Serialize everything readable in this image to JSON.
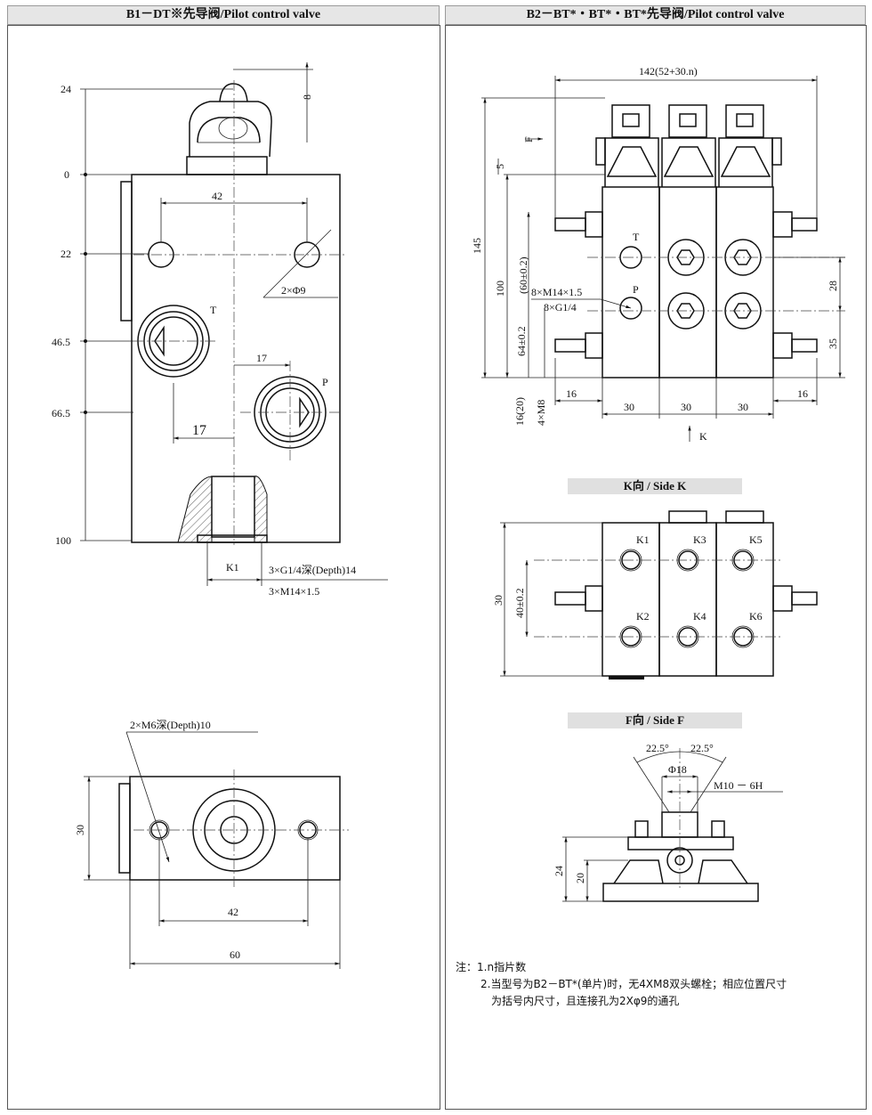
{
  "left_panel": {
    "title": "B1－DT※先导阀/Pilot control valve",
    "front_view": {
      "dims_left": [
        "24",
        "0",
        "22",
        "46.5",
        "66.5",
        "100"
      ],
      "dim_top_small": "8",
      "dim_42": "42",
      "dim_2phi9": "2×Φ9",
      "port_T": "T",
      "port_P": "P",
      "dim_17_small": "17",
      "dim_17_large": "17",
      "label_K1": "K1",
      "thread_1": "3×G1/4深(Depth)14",
      "thread_2": "3×M14×1.5"
    },
    "top_view": {
      "callout": "2×M6深(Depth)10",
      "dim_30": "30",
      "dim_42": "42",
      "dim_60": "60"
    }
  },
  "right_panel": {
    "title": "B2－BT*・BT*・BT*先导阀/Pilot control  valve",
    "front_view": {
      "dim_top": "142(52+30.n)",
      "label_F": "F",
      "dim_5": "5",
      "dim_145": "145",
      "dim_100": "100",
      "dim_60": "(60±0.2)",
      "dim_64": "64±0.2",
      "port_T": "T",
      "port_P": "P",
      "thread_1": "8×M14×1.5",
      "thread_2": "8×G1/4",
      "dim_28": "28",
      "dim_35": "35",
      "dim_16_left": "16",
      "dim_16_right": "16",
      "dim_16_20": "16(20)",
      "dim_4m8": "4×M8",
      "dims_30": [
        "30",
        "30",
        "30"
      ],
      "label_K": "K"
    },
    "side_k": {
      "title": "K向 / Side K",
      "ports": [
        "K1",
        "K3",
        "K5",
        "K2",
        "K4",
        "K6"
      ],
      "dim_30": "30",
      "dim_40": "40±0.2"
    },
    "side_f": {
      "title": "F向 / Side F",
      "angle_left": "22.5°",
      "angle_right": "22.5°",
      "dim_phi18": "Φ18",
      "thread": "M10 － 6H",
      "dim_24": "24",
      "dim_20": "20"
    },
    "notes": {
      "prefix": "注：",
      "line1": "1.n指片数",
      "line2": "2.当型号为B2－BT*(单片)时，无4XM8双头螺栓；相应位置尺寸",
      "line3": "为括号内尺寸，且连接孔为2Xφ9的通孔"
    }
  }
}
